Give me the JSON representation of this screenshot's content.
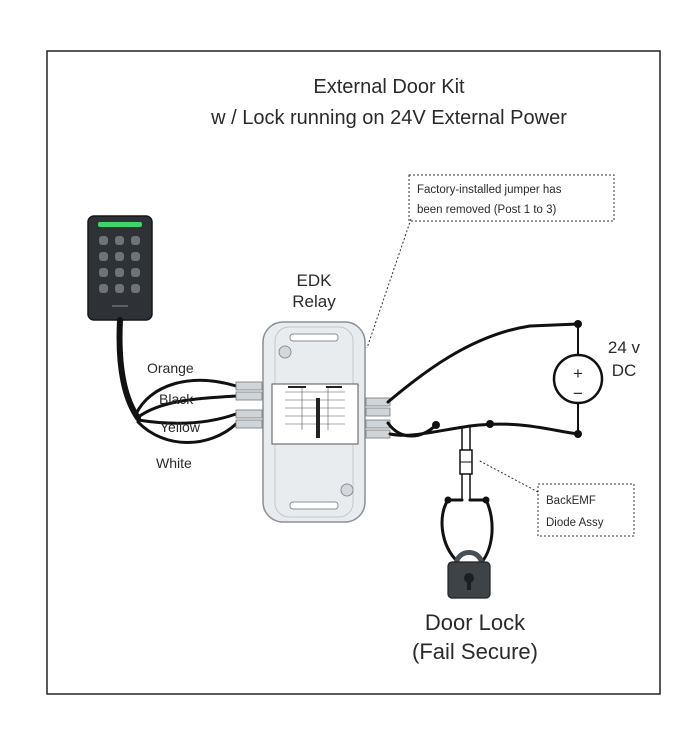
{
  "title": {
    "line1": "External Door Kit",
    "line2": "w / Lock running on  24V External Power"
  },
  "callouts": {
    "jumper": {
      "line1": "Factory-installed jumper has",
      "line2": "been removed (Post 1 to 3)"
    },
    "diode": {
      "line1": "BackEMF",
      "line2": "Diode Assy"
    }
  },
  "relay": {
    "label_line1": "EDK",
    "label_line2": "Relay"
  },
  "power": {
    "label_line1": "24 v",
    "label_line2": "DC",
    "plus_symbol": "+",
    "minus_symbol": "−"
  },
  "wires": {
    "orange": "Orange",
    "black": "Black",
    "yellow": "Yellow",
    "white": "White"
  },
  "lock": {
    "label_line1": "Door Lock",
    "label_line2": "(Fail Secure)"
  },
  "colors": {
    "frame": "#222222",
    "keypad_body": "#2e3236",
    "keypad_led": "#3fd36b",
    "relay_body": "#e9ecef",
    "wire": "#111111"
  },
  "icons": {
    "keypad": "keypad-reader-icon",
    "lock": "padlock-icon",
    "source": "dc-source-icon"
  }
}
